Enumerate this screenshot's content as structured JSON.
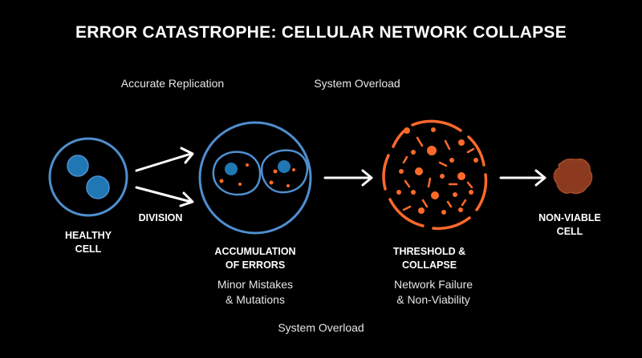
{
  "title": "ERROR CATASTROPHE: CELLULAR NETWORK COLLAPSE",
  "top_captions": {
    "accurate_replication": "Accurate Replication",
    "system_overload": "System Overload"
  },
  "bottom_caption": "System Overload",
  "division_label": "DIVISION",
  "stages": {
    "healthy": {
      "line1": "HEALTHY",
      "line2": "CELL"
    },
    "accumulation": {
      "line1": "ACCUMULATION",
      "line2": "OF ERRORS",
      "note1": "Minor Mistakes",
      "note2": "& Mutations"
    },
    "threshold": {
      "line1": "THRESHOLD &",
      "line2": "COLLAPSE",
      "note1": "Network Failure",
      "note2": "& Non-Viability"
    },
    "nonviable": {
      "line1": "NON-VIABLE",
      "line2": "CELL"
    }
  },
  "colors": {
    "background": "#000000",
    "healthy_blue": "#4f8fd0",
    "nucleus_blue": "#1f78b4",
    "error_orange": "#ff6a2a",
    "dead_cell": "#8b3a1f"
  }
}
